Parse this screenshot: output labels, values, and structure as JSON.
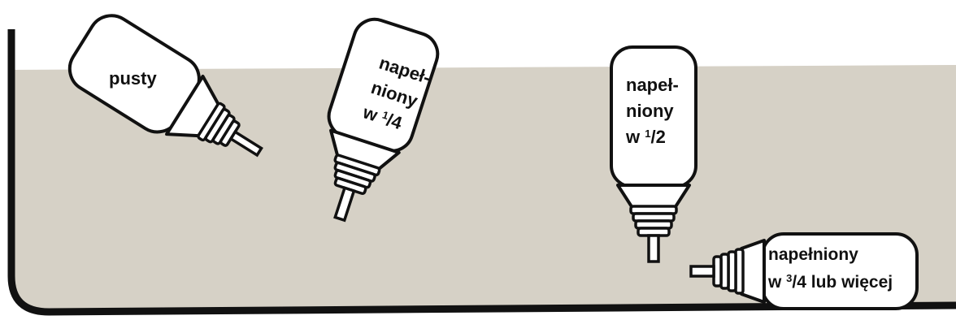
{
  "colors": {
    "water": "#d6d1c6",
    "outline": "#111111",
    "bottle_fill": "#ffffff"
  },
  "bottles": [
    {
      "id": "empty",
      "lines": [
        {
          "text": "pusty"
        }
      ]
    },
    {
      "id": "quarter",
      "lines": [
        {
          "text": "napeł-"
        },
        {
          "text": "niony"
        },
        {
          "text": "w ",
          "num": "1",
          "den": "/4"
        }
      ]
    },
    {
      "id": "half",
      "lines": [
        {
          "text": "napeł-"
        },
        {
          "text": "niony"
        },
        {
          "text": "w ",
          "num": "1",
          "den": "/2"
        }
      ]
    },
    {
      "id": "three-quarters",
      "lines": [
        {
          "text": "napełniony"
        },
        {
          "text": "w ",
          "num": "3",
          "den": "/4",
          "suffix": "  lub więcej"
        }
      ]
    }
  ]
}
